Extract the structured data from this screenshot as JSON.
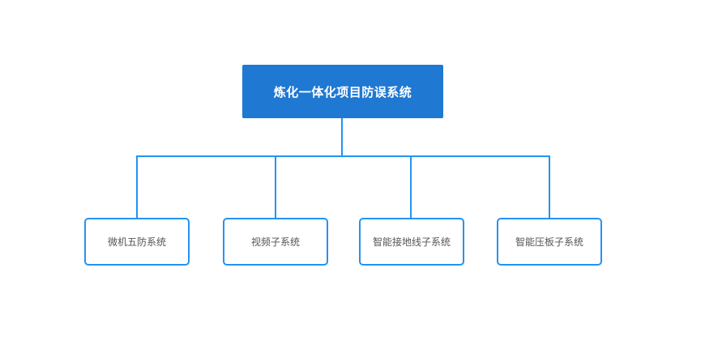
{
  "diagram": {
    "root": {
      "label": "炼化一体化项目防误系统"
    },
    "children": [
      {
        "label": "微机五防系统"
      },
      {
        "label": "视频子系统"
      },
      {
        "label": "智能接地线子系统"
      },
      {
        "label": "智能压板子系统"
      }
    ]
  },
  "colors": {
    "root-fill": "#1f78d2",
    "root-text": "#ffffff",
    "connector": "#2493f2",
    "child-border": "#2493f2",
    "child-fill": "#ffffff",
    "child-text": "#555555",
    "canvas-bg": "#ffffff"
  }
}
